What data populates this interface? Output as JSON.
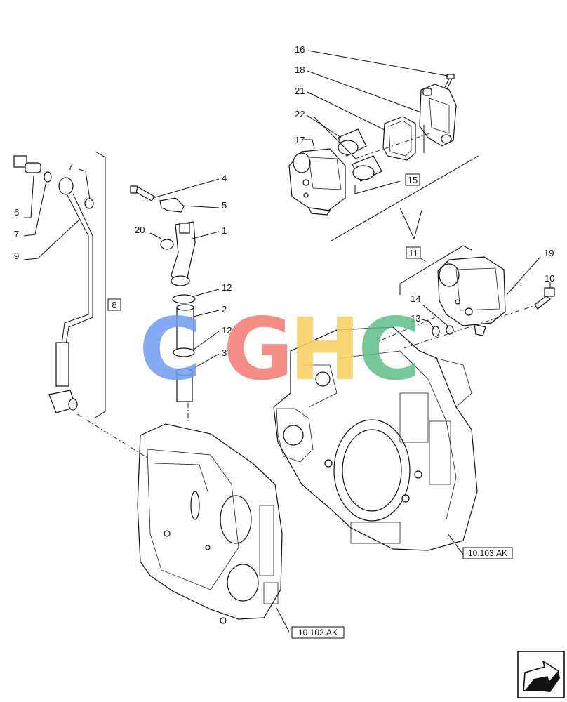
{
  "callouts": [
    {
      "id": "c16",
      "text": "16"
    },
    {
      "id": "c18",
      "text": "18"
    },
    {
      "id": "c21",
      "text": "21"
    },
    {
      "id": "c22",
      "text": "22"
    },
    {
      "id": "c17",
      "text": "17"
    },
    {
      "id": "c15",
      "text": "15"
    },
    {
      "id": "c11",
      "text": "11"
    },
    {
      "id": "c19",
      "text": "19"
    },
    {
      "id": "c10",
      "text": "10"
    },
    {
      "id": "c14",
      "text": "14"
    },
    {
      "id": "c13",
      "text": "13"
    },
    {
      "id": "c4",
      "text": "4"
    },
    {
      "id": "c5",
      "text": "5"
    },
    {
      "id": "c20",
      "text": "20"
    },
    {
      "id": "c1",
      "text": "1"
    },
    {
      "id": "c12a",
      "text": "12"
    },
    {
      "id": "c2",
      "text": "2"
    },
    {
      "id": "c12b",
      "text": "12"
    },
    {
      "id": "c3",
      "text": "3"
    },
    {
      "id": "c7a",
      "text": "7"
    },
    {
      "id": "c6",
      "text": "6"
    },
    {
      "id": "c7b",
      "text": "7"
    },
    {
      "id": "c9",
      "text": "9"
    },
    {
      "id": "c8",
      "text": "8"
    }
  ],
  "references": {
    "ref_103": "10.103.AK",
    "ref_102": "10.102.AK"
  },
  "watermark": {
    "letters": [
      "C",
      "G",
      "H",
      "C"
    ],
    "colors": [
      "#6f9cf2",
      "#f27a72",
      "#f7d05e",
      "#5fbf8a"
    ]
  },
  "icons": {
    "nav": "arrow-pointer-icon"
  }
}
